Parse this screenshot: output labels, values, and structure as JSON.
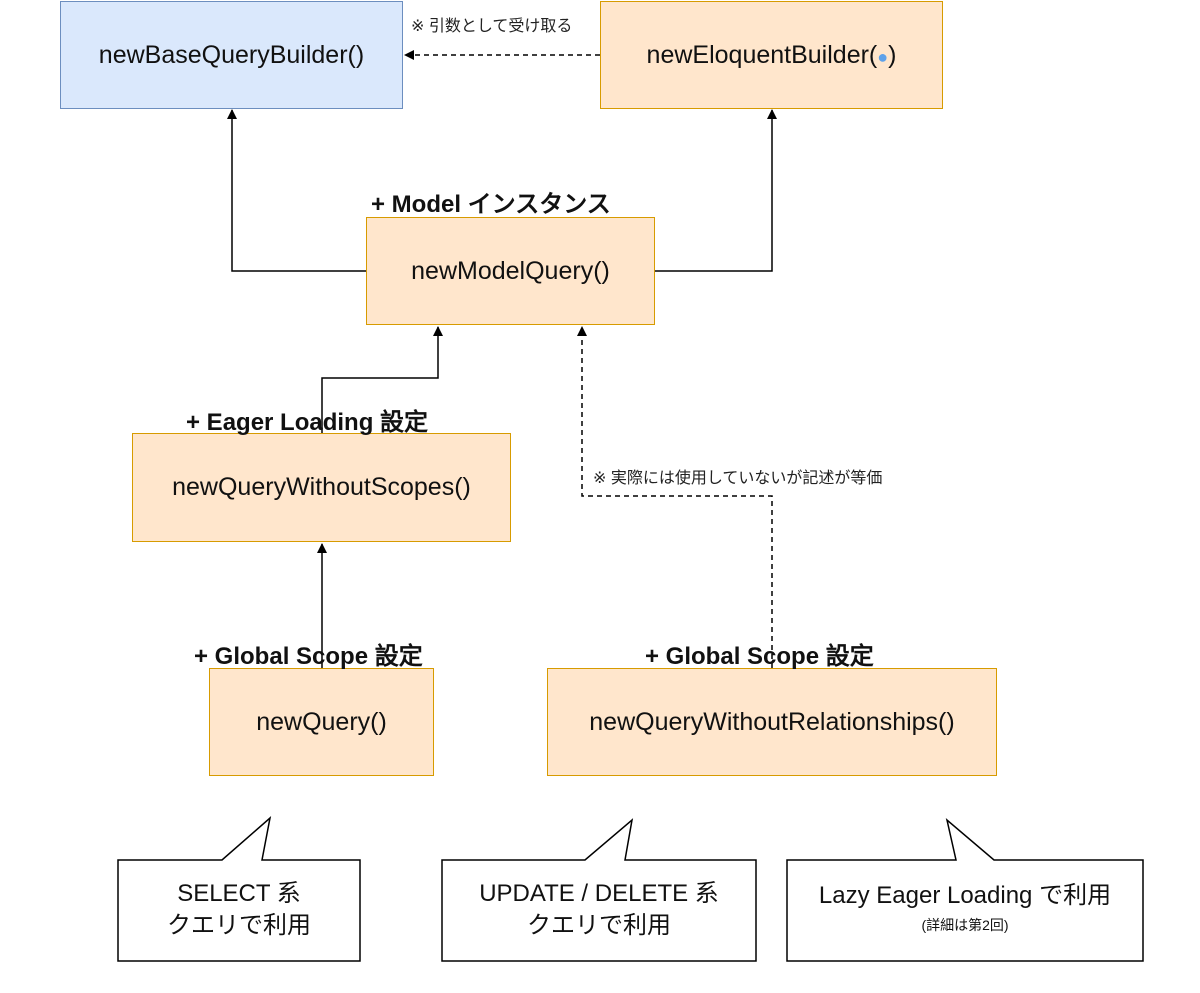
{
  "nodes": {
    "base_query_builder": "newBaseQueryBuilder()",
    "eloquent_builder_prefix": "newEloquentBuilder(",
    "eloquent_builder_dot": "●",
    "eloquent_builder_suffix": ")",
    "model_query": "newModelQuery()",
    "query_without_scopes": "newQueryWithoutScopes()",
    "new_query": "newQuery()",
    "query_without_relationships": "newQueryWithoutRelationships()"
  },
  "labels": {
    "model_instance": "+ Model インスタンス",
    "eager_loading": "+ Eager Loading 設定",
    "global_scope_left": "+ Global Scope 設定",
    "global_scope_right": "+ Global Scope 設定"
  },
  "notes": {
    "receive_arg": "※ 引数として受け取る",
    "equivalent": "※ 実際には使用していないが記述が等価"
  },
  "callouts": {
    "select_line1": "SELECT 系",
    "select_line2": "クエリで利用",
    "update_line1": "UPDATE / DELETE 系",
    "update_line2": "クエリで利用",
    "lazy_line1": "Lazy Eager Loading で利用",
    "lazy_line2": "(詳細は第2回)"
  },
  "colors": {
    "orange_fill": "#ffe6cc",
    "orange_stroke": "#d79b00",
    "blue_fill": "#dae8fc",
    "blue_stroke": "#6c8ebf",
    "dot": "#5fa2ea"
  }
}
